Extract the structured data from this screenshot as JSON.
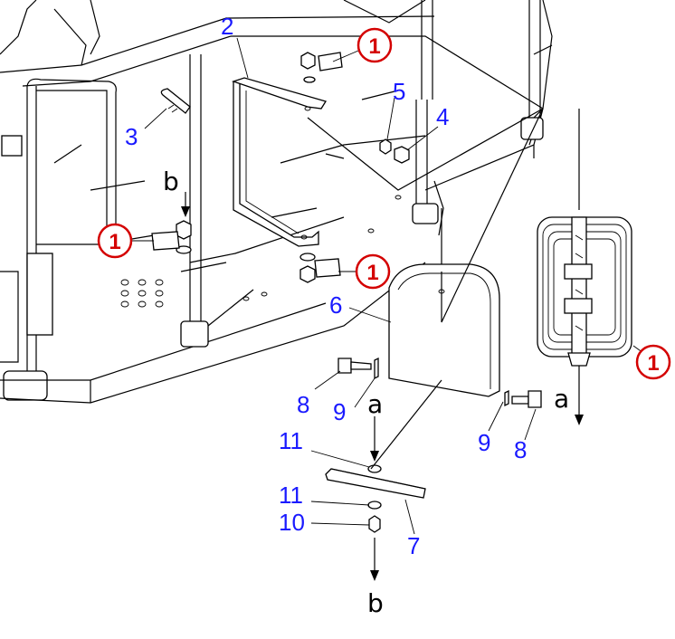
{
  "callouts": {
    "c2": "2",
    "c3": "3",
    "c4": "4",
    "c5": "5",
    "c6": "6",
    "c7": "7",
    "c8_left": "8",
    "c8_right": "8",
    "c9_left": "9",
    "c9_right": "9",
    "c10": "10",
    "c11_top": "11",
    "c11_bottom": "11"
  },
  "ref_markers": {
    "top_right": "1",
    "left_middle": "1",
    "center_right": "1",
    "mirror": "1"
  },
  "arrow_letters": {
    "a_center": "a",
    "a_right": "a",
    "b_top": "b",
    "b_bottom": "b"
  },
  "colors": {
    "callout": "#1a1aff",
    "ref_marker": "#d40000",
    "line": "#000000"
  }
}
